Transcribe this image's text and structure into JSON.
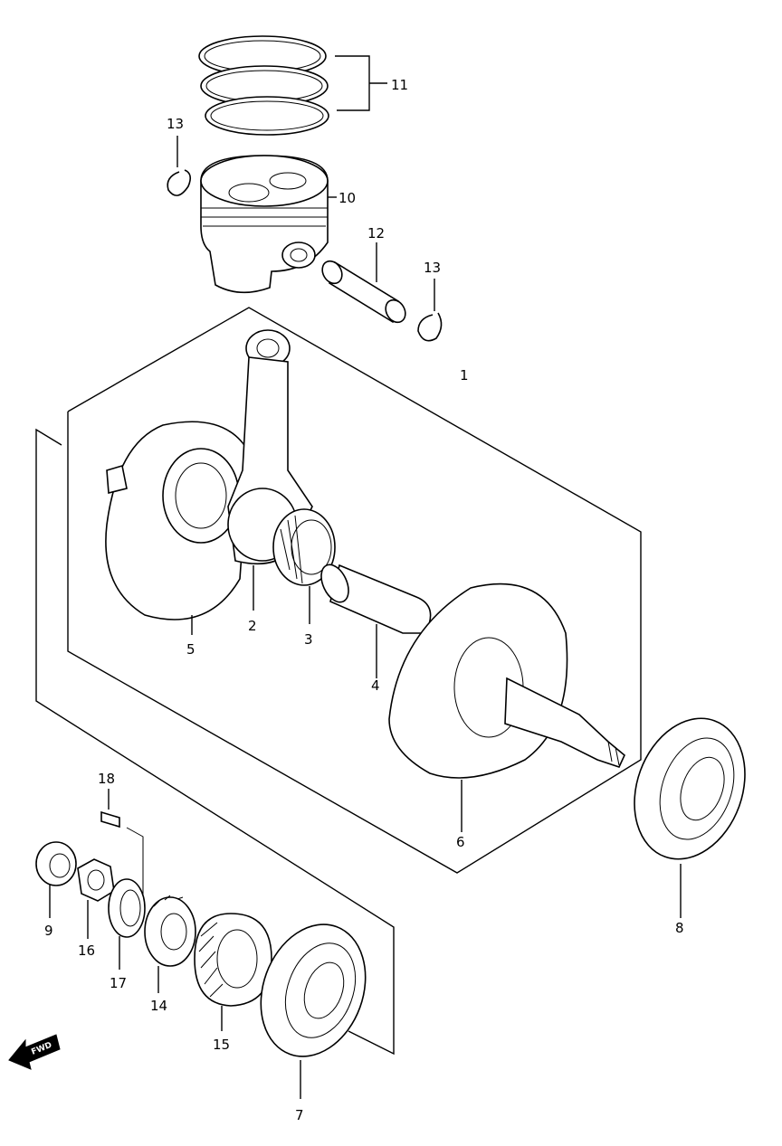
{
  "callouts": {
    "c1": "1",
    "c2": "2",
    "c3": "3",
    "c4": "4",
    "c5": "5",
    "c6": "6",
    "c7": "7",
    "c8": "8",
    "c9": "9",
    "c10": "10",
    "c11": "11",
    "c12": "12",
    "c13a": "13",
    "c13b": "13",
    "c14": "14",
    "c15": "15",
    "c16": "16",
    "c17": "17",
    "c18": "18"
  },
  "fwd_arrow": {
    "label": "FWD",
    "icon": "forward-direction-arrow-icon"
  }
}
